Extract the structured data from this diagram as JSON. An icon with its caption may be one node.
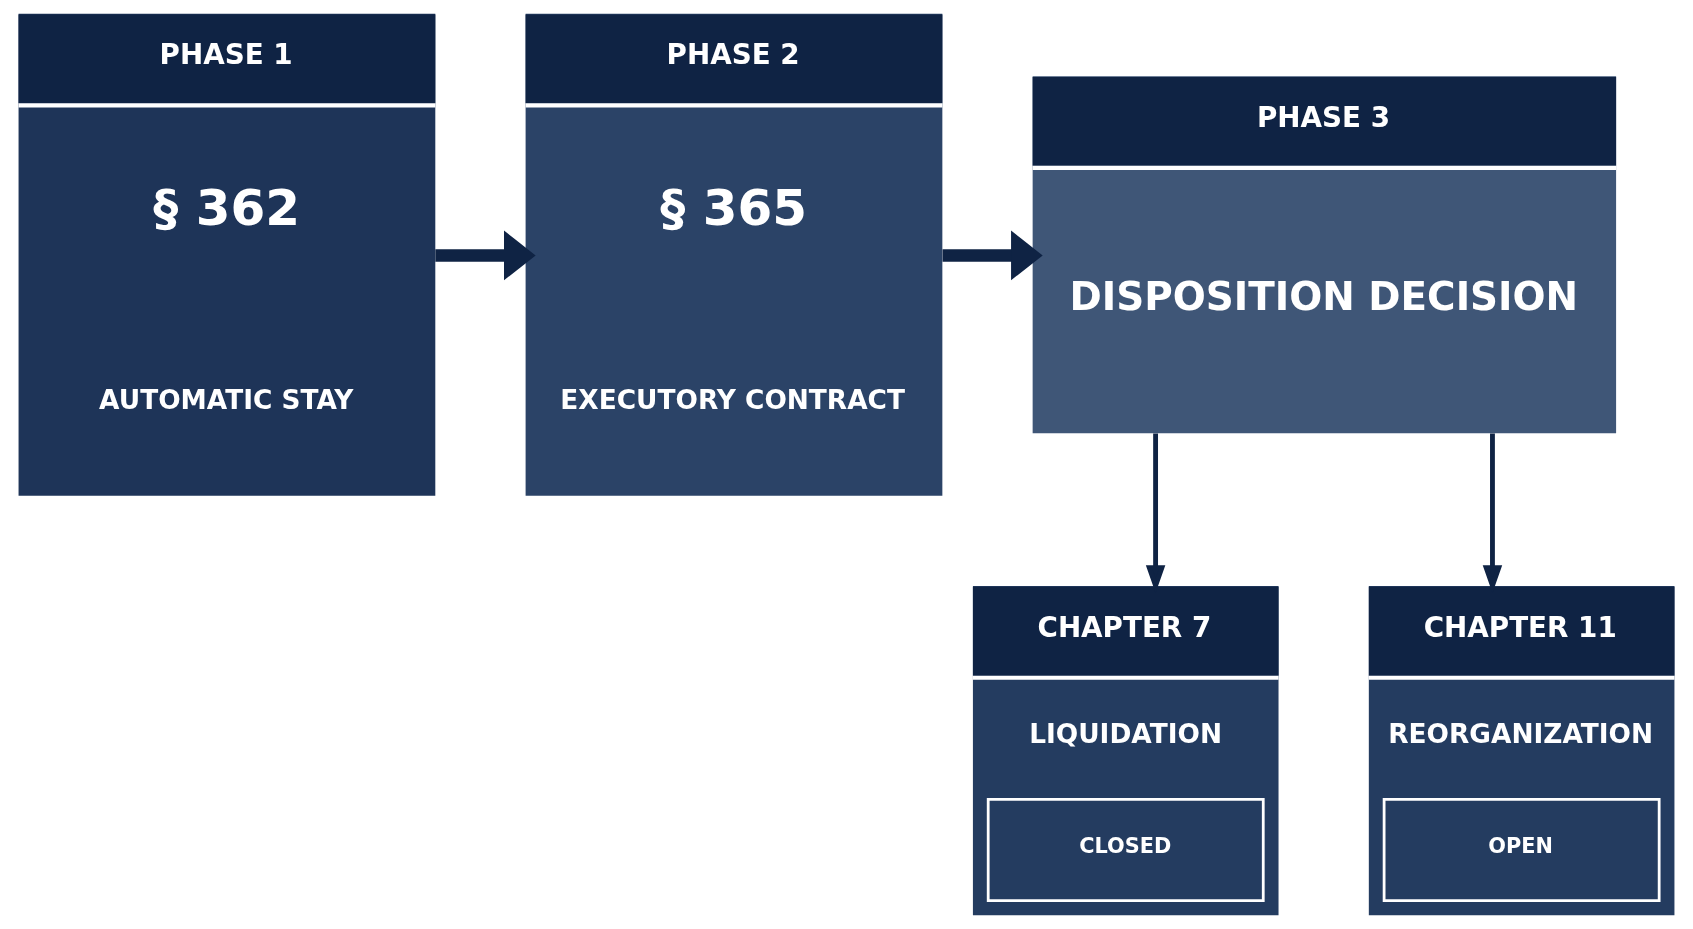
{
  "diagram": {
    "nodes": [
      {
        "text": [
          "PHASE 1",
          "§ 362",
          "AUTOMATIC STAY"
        ]
      },
      {
        "text": [
          "PHASE 2",
          "§ 365",
          "EXECUTORY CONTRACT"
        ]
      },
      {
        "text": [
          "PHASE 3",
          "DISPOSITION DECISION"
        ]
      },
      {
        "text": [
          "CHAPTER 7",
          "LIQUIDATION",
          "CLOSED"
        ]
      },
      {
        "text": [
          "CHAPTER 11",
          "REORGANIZATION",
          "OPEN"
        ]
      }
    ],
    "edges": [
      {
        "from": 0,
        "to": 1,
        "arrow": "to",
        "style": "thick"
      },
      {
        "from": 1,
        "to": 2,
        "arrow": "to",
        "style": "thick"
      },
      {
        "from": 2,
        "to": 3,
        "arrow": "to"
      },
      {
        "from": 2,
        "to": 4,
        "arrow": "to"
      }
    ]
  }
}
